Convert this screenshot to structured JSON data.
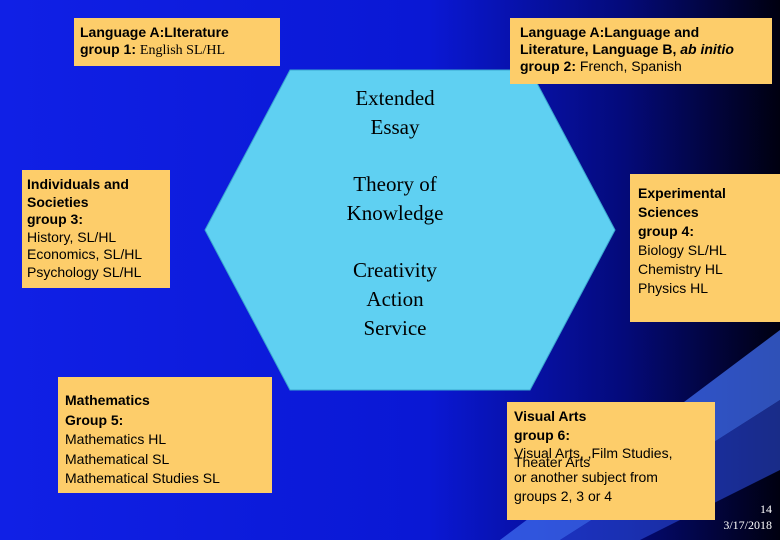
{
  "box_lit": {
    "line1": "Language A:LIterature",
    "line2_prefix": "group 1:",
    "line2_text": "English SL/HL"
  },
  "box_lang": {
    "line1": "Language A:Language and",
    "line2a": "Literature,  Language B, ",
    "line2b": "ab initio",
    "line3_prefix": "group 2:",
    "line3_text": "French, Spanish"
  },
  "box_ind": {
    "line1": "Individuals and",
    "line2": "Societies",
    "line3": "group 3:",
    "line4": "History, SL/HL",
    "line5": "Economics, SL/HL",
    "line6": "Psychology SL/HL"
  },
  "box_exp": {
    "line1": "Experimental",
    "line2": "Sciences",
    "line3": "group 4:",
    "line4": "Biology SL/HL",
    "line5": "Chemistry HL",
    "line6": "Physics HL"
  },
  "box_math": {
    "line1": "Mathematics",
    "line2": "Group 5:",
    "line3": "Mathematics HL",
    "line4": "Mathematical SL",
    "line5": "Mathematical Studies SL"
  },
  "box_arts": {
    "line1": "Visual Arts",
    "line2": "group 6:",
    "line3a": "Visual Arts, ,Film Studies,",
    "line3b": "Theater Arts",
    "line4": "or another subject from",
    "line5": "groups 2, 3 or 4"
  },
  "hexagon": {
    "ee_1": "Extended",
    "ee_2": "Essay",
    "tok_1": "Theory of",
    "tok_2": "Knowledge",
    "cas_1": "Creativity",
    "cas_2": "Action",
    "cas_3": "Service"
  },
  "footer": {
    "page_number": "14",
    "date": "3/17/2018"
  },
  "colors": {
    "background": "#0a14d8",
    "box_fill": "#fdcd6a",
    "hexagon_fill": "#5fd0f2"
  }
}
